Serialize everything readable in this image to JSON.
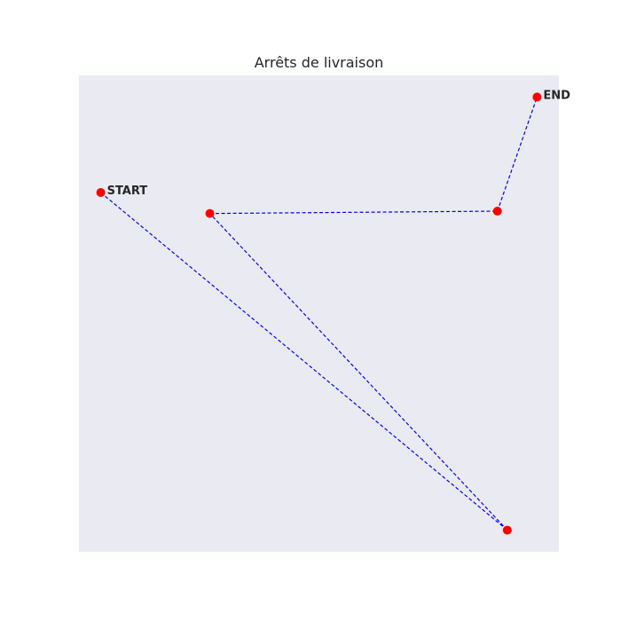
{
  "chart_data": {
    "type": "scatter",
    "title": "Arrêts de livraison",
    "xlabel": "",
    "ylabel": "",
    "grid": false,
    "axes_visible": false,
    "colors": {
      "background": "#eaeaf2",
      "point": "#ff0000",
      "route": "#0000ff"
    },
    "route_style": "dashed",
    "points": [
      {
        "x": 0.3,
        "y": 7.45,
        "label": "START"
      },
      {
        "x": 8.5,
        "y": 0.2,
        "label": ""
      },
      {
        "x": 2.5,
        "y": 7.0,
        "label": ""
      },
      {
        "x": 8.3,
        "y": 7.05,
        "label": ""
      },
      {
        "x": 9.1,
        "y": 9.5,
        "label": "END"
      }
    ]
  }
}
